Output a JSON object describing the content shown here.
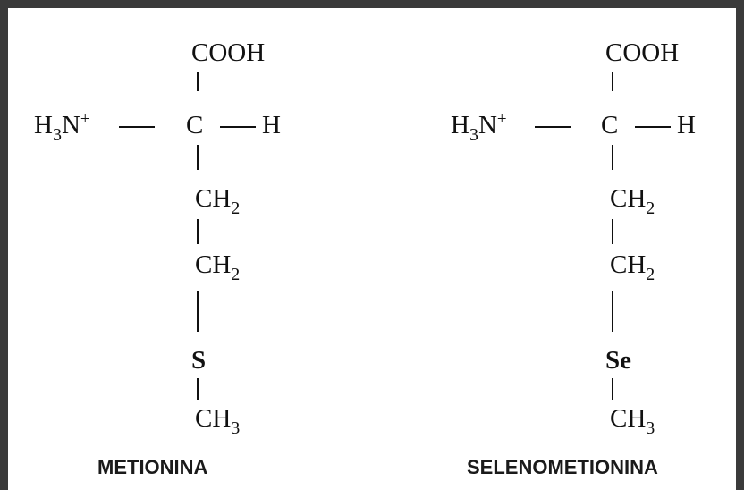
{
  "colors": {
    "frame": "#3a3a3a",
    "ink": "#111111",
    "background": "#ffffff"
  },
  "molecules": [
    {
      "top_group": "COOH",
      "amine_base": "H",
      "amine_sub": "3",
      "amine_n": "N",
      "amine_charge": "+",
      "center": "C",
      "right": "H",
      "chain1_base": "CH",
      "chain1_sub": "2",
      "chain2_base": "CH",
      "chain2_sub": "2",
      "hetero": "S",
      "terminal_base": "CH",
      "terminal_sub": "3",
      "caption": "METIONINA"
    },
    {
      "top_group": "COOH",
      "amine_base": "H",
      "amine_sub": "3",
      "amine_n": "N",
      "amine_charge": "+",
      "center": "C",
      "right": "H",
      "chain1_base": "CH",
      "chain1_sub": "2",
      "chain2_base": "CH",
      "chain2_sub": "2",
      "hetero": "Se",
      "terminal_base": "CH",
      "terminal_sub": "3",
      "caption": "SELENOMETIONINA"
    }
  ]
}
